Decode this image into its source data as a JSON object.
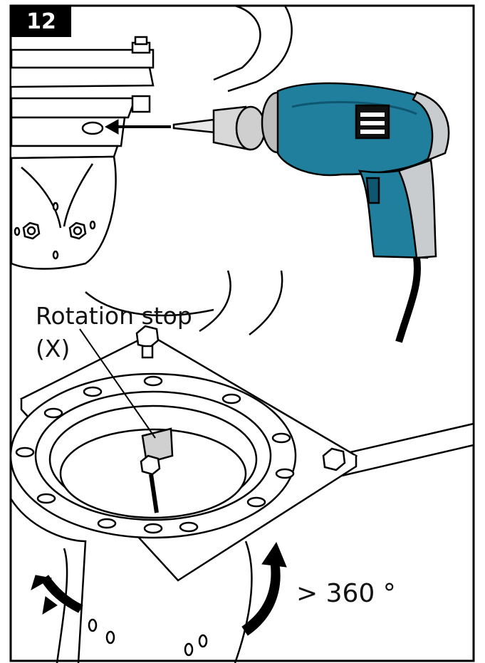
{
  "step": {
    "number": "12"
  },
  "labels": {
    "rotation_stop": "Rotation stop",
    "rotation_stop_id": "(X)",
    "rotation_angle": "> 360 °"
  },
  "colors": {
    "drill_body": "#1f7f9c",
    "drill_body_dark": "#0f5670",
    "drill_grip": "#c9ccce",
    "outline": "#000000",
    "frame_border": "#000000"
  },
  "icons": [
    "drill-icon",
    "direction-arrow-icon",
    "rotation-arrow-icon",
    "bolt-icon"
  ]
}
